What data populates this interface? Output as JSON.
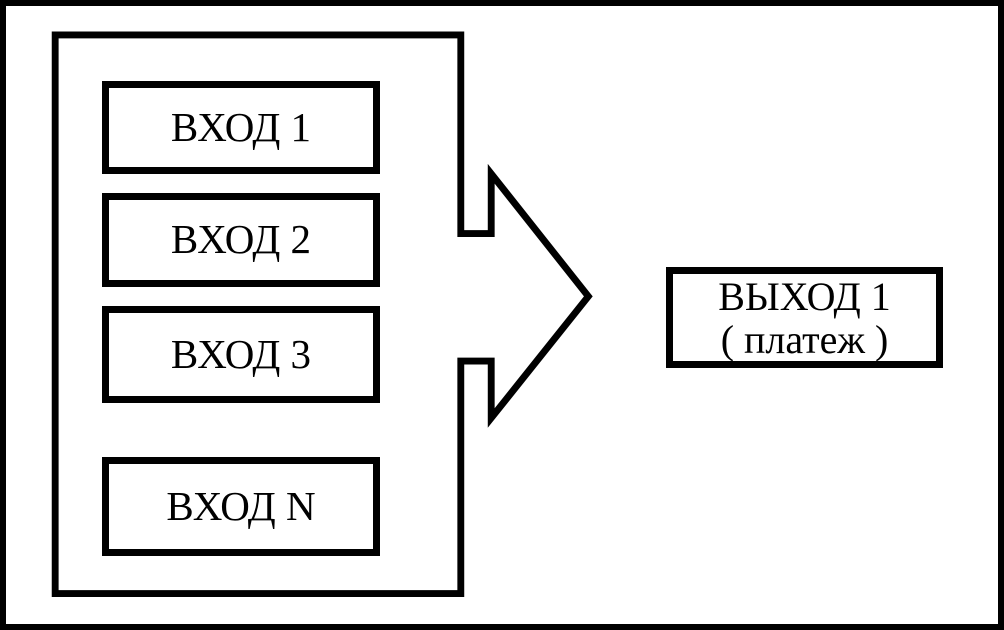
{
  "diagram": {
    "type": "block-diagram",
    "language": "ru",
    "colors": {
      "line": "#000000",
      "background": "#ffffff"
    },
    "input_boxes": [
      {
        "label": "ВХОД 1"
      },
      {
        "label": "ВХОД 2"
      },
      {
        "label": "ВХОД 3"
      },
      {
        "label": "ВХОД N"
      }
    ],
    "arrow": {
      "direction": "right"
    },
    "output_box": {
      "line1": "ВЫХОД 1",
      "line2": "( платеж )"
    }
  }
}
